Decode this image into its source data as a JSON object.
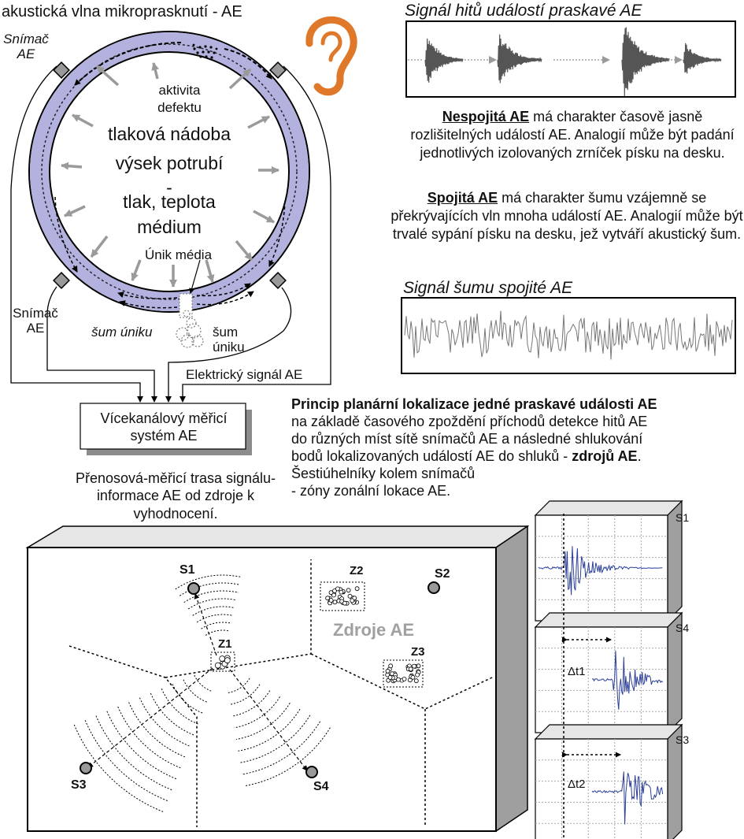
{
  "figure": {
    "caption": "akustická vlna mikroprasknutí - AE"
  },
  "vessel": {
    "sensor_top_left": "Snímač AE",
    "sensor_bottom_left": "Snímač AE",
    "defect": "aktivita defektu",
    "center_lines": [
      "tlaková nádoba",
      "výsek potrubí",
      "-",
      "tlak, teplota",
      "médium"
    ],
    "leak": "Únik média",
    "noise_left": "šum úniku",
    "noise_right": "šum úniku",
    "electric_signal": "Elektrický signál AE"
  },
  "measurement": {
    "box": "Vícekanálový měřicí systém AE",
    "trasa": "Přenosová-měřicí trasa signálu-informace AE od zdroje k vyhodnocení."
  },
  "signals": {
    "hit_title": "Signál hitů událostí praskavé AE",
    "discont_label": "Nespojitá AE",
    "discont_text": " má charakter časově jasně rozlišitelných událostí AE. Analogií může být padání jednotlivých izolovaných zrníček písku na desku.",
    "cont_label": "Spojitá AE",
    "cont_text": " má charakter šumu vzájemně se překrývajících vln mnoha událostí AE. Analogií může být trvalé sypání písku na desku, jež vytváří akustický šum.",
    "noise_title": "Signál šumu spojité AE"
  },
  "localization": {
    "title": "Princip planární lokalizace jedné praskavé události AE",
    "line2": "na  základě časového zpoždění příchodů detekce hitů AE",
    "line3": "do různých míst sítě snímačů AE a následné shlukování",
    "line4_a": "bodů lokalizovaných událostí AE do shluků - ",
    "line4_b": "zdrojů AE",
    "line4_c": ".",
    "line5": "Šestiúhelníky kolem snímačů",
    "line6": "- zóny zonální lokace AE."
  },
  "plate": {
    "sources_label": "Zdroje AE",
    "sensors": [
      "S1",
      "S2",
      "S3",
      "S4"
    ],
    "zones": [
      "Z1",
      "Z2",
      "Z3"
    ]
  },
  "waveforms": {
    "panels": [
      "S1",
      "S4",
      "S3"
    ],
    "dt1": "Δt1",
    "dt2": "Δt2"
  },
  "colors": {
    "ring": "#b3b1de",
    "ear": "#e0782a",
    "arrow_gray": "#9a9a9a",
    "wave_blue": "#2b3f99",
    "plate_side": "#9f9f9f"
  }
}
